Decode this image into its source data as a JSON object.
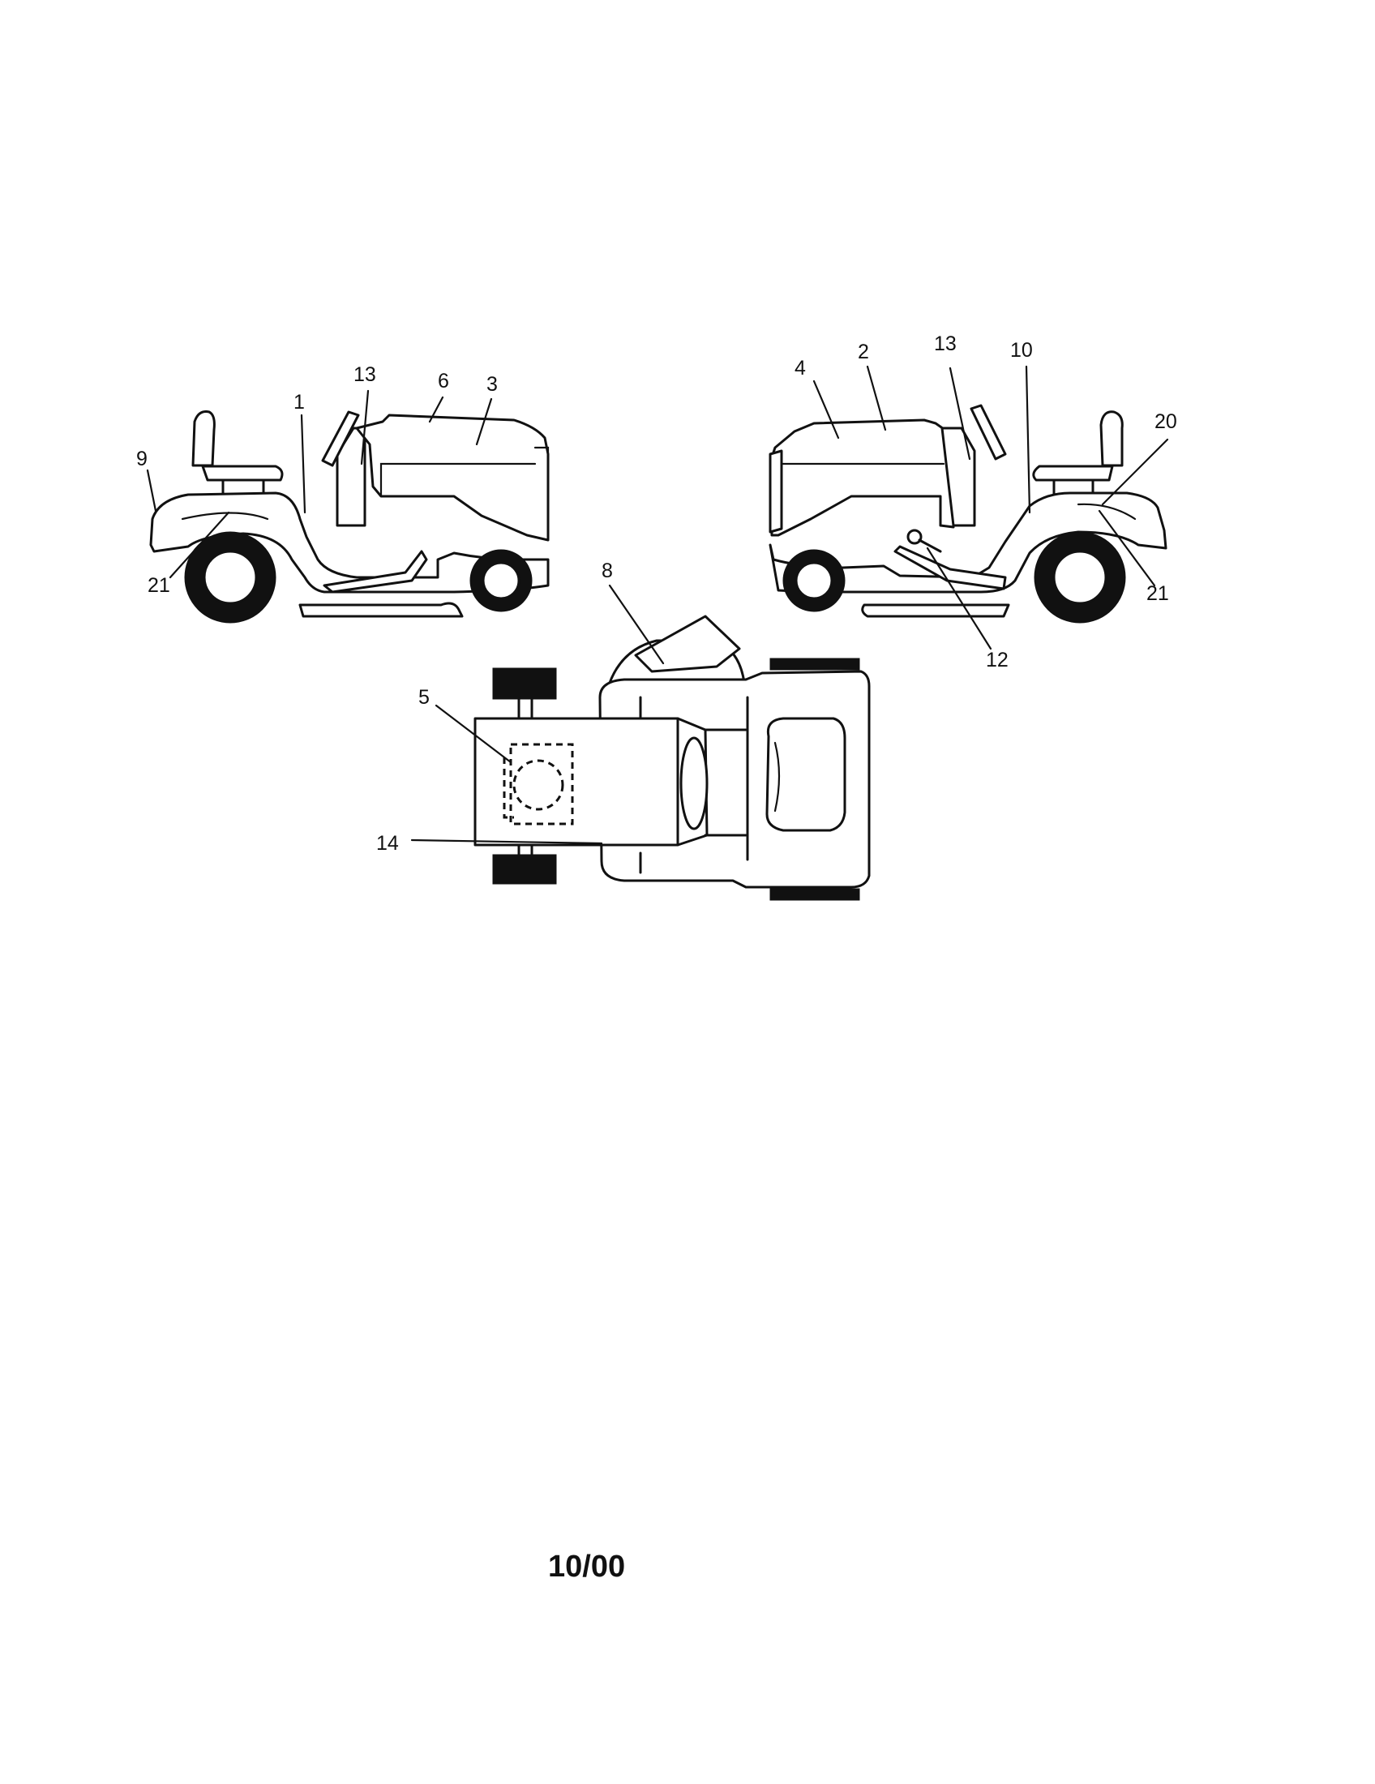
{
  "callouts": {
    "left_view": {
      "c1": "1",
      "c13": "13",
      "c6": "6",
      "c3": "3",
      "c9": "9",
      "c21": "21"
    },
    "right_view": {
      "c4": "4",
      "c2": "2",
      "c13": "13",
      "c10": "10",
      "c20": "20",
      "c21": "21",
      "c12": "12"
    },
    "top_view": {
      "c8": "8",
      "c5": "5",
      "c14": "14"
    }
  },
  "footer": {
    "date_code": "10/00"
  }
}
